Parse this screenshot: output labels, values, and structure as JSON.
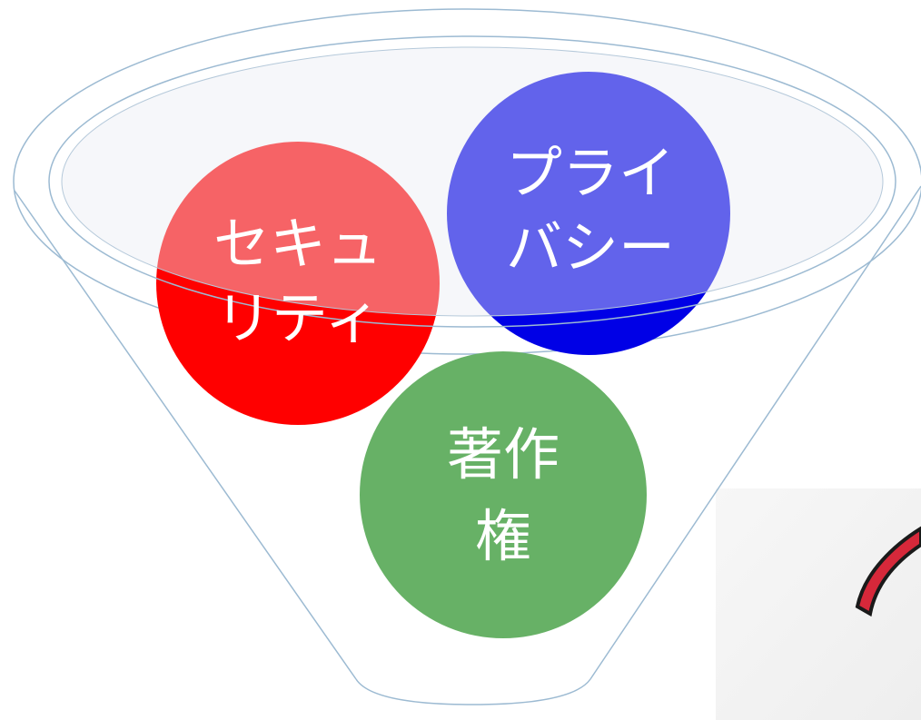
{
  "diagram": {
    "circles": [
      {
        "id": "security",
        "lines": [
          "セキュ",
          "リティ"
        ],
        "color": "#ff0000"
      },
      {
        "id": "privacy",
        "lines": [
          "プライ",
          "バシー"
        ],
        "color": "#0000e6"
      },
      {
        "id": "copyright",
        "lines": [
          "著作",
          "権"
        ],
        "color": "#67b166"
      }
    ],
    "funnel_color": "#9cbad2",
    "rim_fill": "#e9edf3",
    "corner_image_accent": "#d6283a"
  }
}
